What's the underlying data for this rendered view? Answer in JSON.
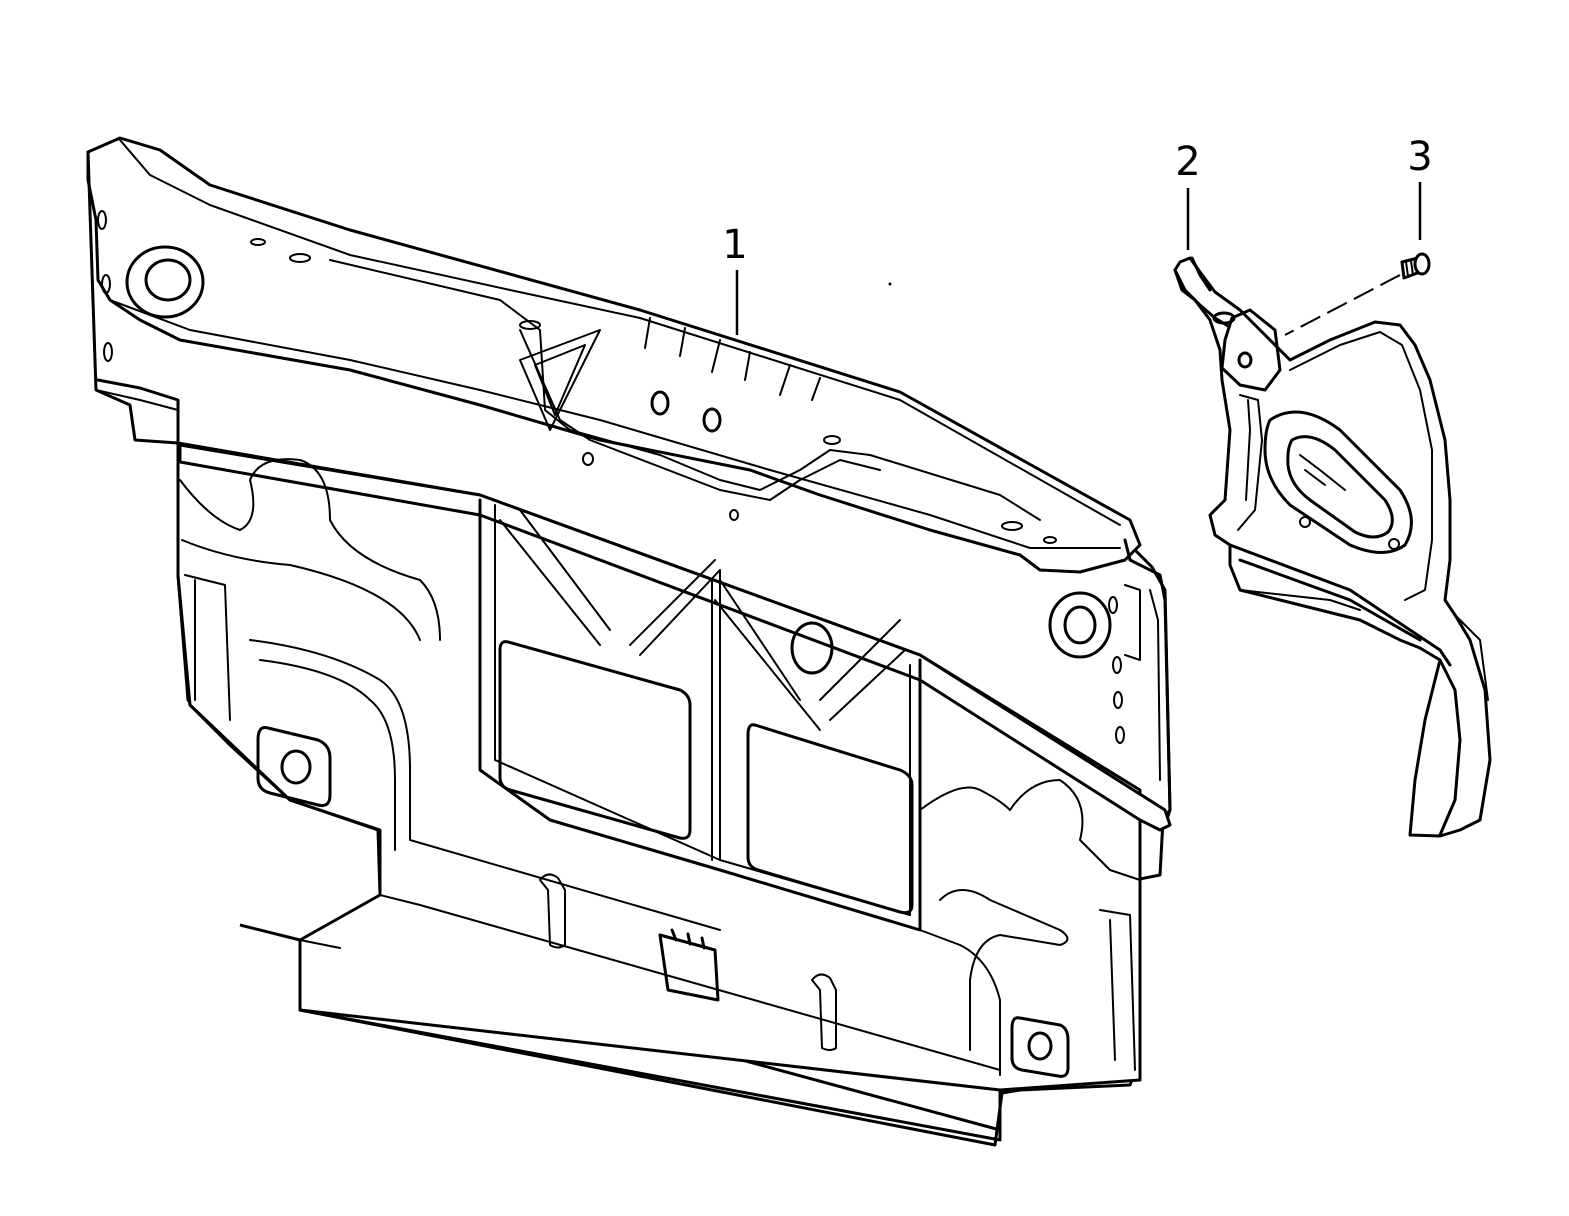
{
  "diagram": {
    "callouts": [
      {
        "id": "1",
        "label": "1",
        "part": "rear-panel"
      },
      {
        "id": "2",
        "label": "2",
        "part": "corner-bracket"
      },
      {
        "id": "3",
        "label": "3",
        "part": "bolt"
      }
    ]
  }
}
